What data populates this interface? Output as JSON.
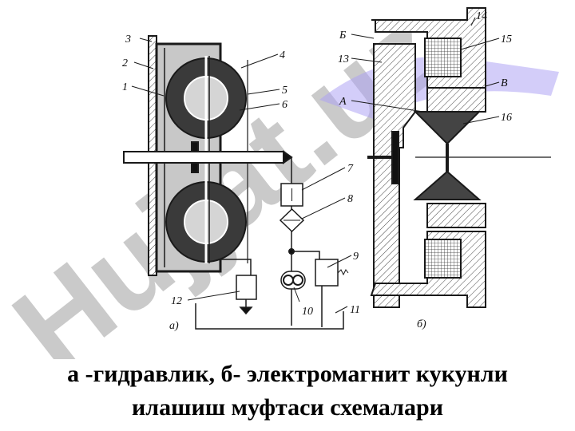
{
  "figure": {
    "part_a": {
      "callouts": [
        "1",
        "2",
        "3",
        "4",
        "5",
        "6",
        "7",
        "8",
        "9",
        "10",
        "11",
        "12"
      ],
      "sublabel": "а)"
    },
    "part_b": {
      "callouts": [
        "Б",
        "13",
        "14",
        "15",
        "В",
        "А",
        "16"
      ],
      "sublabel": "б)"
    },
    "watermark": "Hujjat.uz"
  },
  "caption": {
    "line1": "а -гидравлик, б- электромагнит кукунли",
    "line2": "илашиш муфтаси схемалари"
  },
  "colors": {
    "ink": "#1a1a1a",
    "fluid": "#c8c8c8",
    "watermark_gray": "#bdbdbd",
    "watermark_purple": "#9b8cf0"
  }
}
